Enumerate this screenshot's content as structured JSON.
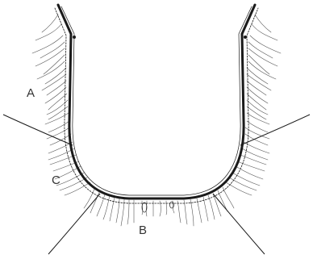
{
  "figure": {
    "labels": {
      "a": "A",
      "b": "B",
      "c": "C"
    },
    "colors": {
      "outline": "#1a1a1a",
      "fibers": "#555555",
      "background": "#ffffff"
    }
  }
}
